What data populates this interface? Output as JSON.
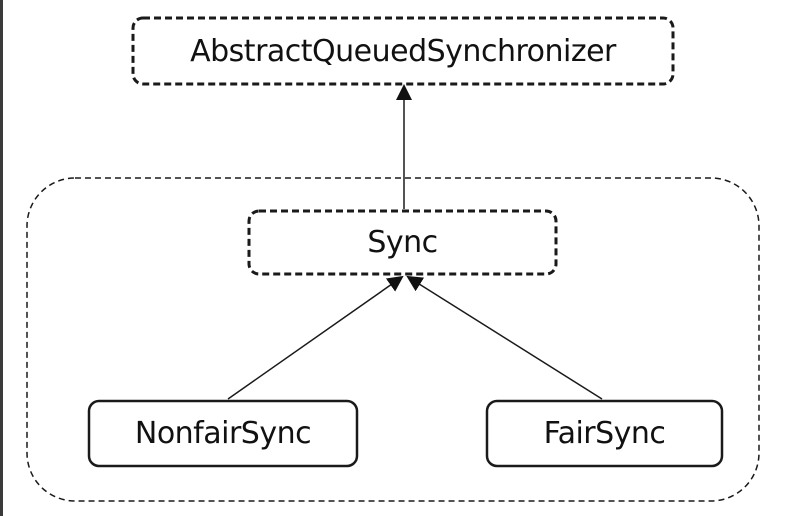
{
  "diagram": {
    "nodes": {
      "aqs": {
        "label": "AbstractQueuedSynchronizer",
        "style": "dashed"
      },
      "sync": {
        "label": "Sync",
        "style": "dashed"
      },
      "nonfair": {
        "label": "NonfairSync",
        "style": "solid"
      },
      "fair": {
        "label": "FairSync",
        "style": "solid"
      }
    },
    "edges": [
      {
        "from": "sync",
        "to": "aqs",
        "type": "inheritance"
      },
      {
        "from": "nonfair",
        "to": "sync",
        "type": "inheritance"
      },
      {
        "from": "fair",
        "to": "sync",
        "type": "inheritance"
      }
    ],
    "group": {
      "contains": [
        "sync",
        "nonfair",
        "fair"
      ],
      "style": "dashed"
    },
    "colors": {
      "stroke": "#1a1a1a",
      "text": "#111111",
      "background": "#ffffff"
    }
  }
}
